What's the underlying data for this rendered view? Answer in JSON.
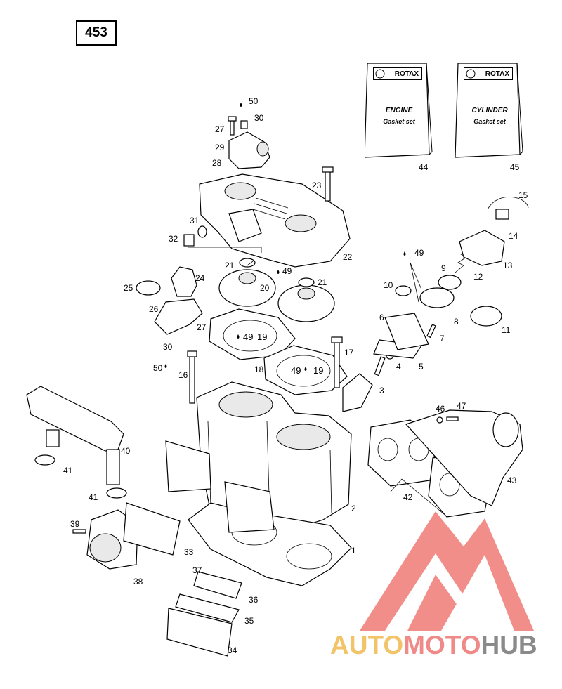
{
  "page_number": "453",
  "booklets": [
    {
      "brand": "ROTAX",
      "line1": "ENGINE",
      "line2": "Gasket set",
      "ref": "44"
    },
    {
      "brand": "ROTAX",
      "line1": "CYLINDER",
      "line2": "Gasket set",
      "ref": "45"
    }
  ],
  "labels": {
    "n1": "1",
    "n2": "2",
    "n3": "3",
    "n4": "4",
    "n5": "5",
    "n6": "6",
    "n7": "7",
    "n8": "8",
    "n9": "9",
    "n10": "10",
    "n11": "11",
    "n12": "12",
    "n13": "13",
    "n14": "14",
    "n15": "15",
    "n16": "16",
    "n17": "17",
    "n18": "18",
    "n20": "20",
    "n21a": "21",
    "n21b": "21",
    "n22": "22",
    "n23": "23",
    "n24": "24",
    "n25": "25",
    "n26": "26",
    "n27a": "27",
    "n27b": "27",
    "n28": "28",
    "n29": "29",
    "n30a": "30",
    "n30b": "30",
    "n31": "31",
    "n32": "32",
    "n33": "33",
    "n34": "34",
    "n35": "35",
    "n36": "36",
    "n37": "37",
    "n38": "38",
    "n39": "39",
    "n40": "40",
    "n41a": "41",
    "n41b": "41",
    "n42": "42",
    "n43": "43",
    "n46": "46",
    "n47": "47",
    "n49a": "49",
    "n49b": "49",
    "n50a": "50",
    "n50b": "50",
    "g1a": "49",
    "g1b": "19",
    "g2a": "49",
    "g2b": "19"
  },
  "watermark": {
    "part1": "AUTO",
    "part2": "MOTO",
    "part3": "HUB",
    "color1": "#f2c46a",
    "color2": "#ef8a88",
    "color3": "#8a8a8a",
    "logo_color": "#f07a76"
  }
}
